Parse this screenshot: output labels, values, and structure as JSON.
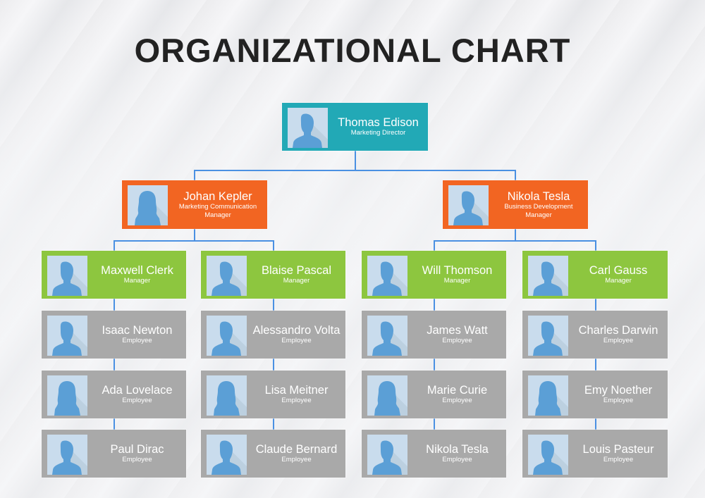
{
  "title": "ORGANIZATIONAL CHART",
  "colors": {
    "director": "#22A9B6",
    "senior_manager": "#F26522",
    "manager": "#8DC63F",
    "employee": "#A9A9A9",
    "connector": "#4A90E2",
    "avatar_bg": "#C9DCED",
    "avatar_silhouette": "#5B9FD6"
  },
  "root": {
    "name": "Thomas Edison",
    "role": "Marketing Director",
    "avatar": "male-avatar-icon"
  },
  "level2": [
    {
      "name": "Johan Kepler",
      "role_line1": "Marketing Communication",
      "role_line2": "Manager",
      "avatar": "female-avatar-icon"
    },
    {
      "name": "Nikola Tesla",
      "role_line1": "Business Development",
      "role_line2": "Manager",
      "avatar": "male-avatar-icon"
    }
  ],
  "columns": [
    {
      "manager": {
        "name": "Maxwell Clerk",
        "role": "Manager",
        "avatar": "male-avatar-icon"
      },
      "employees": [
        {
          "name": "Isaac Newton",
          "role": "Employee",
          "avatar": "male-avatar-icon"
        },
        {
          "name": "Ada Lovelace",
          "role": "Employee",
          "avatar": "female-avatar-icon"
        },
        {
          "name": "Paul Dirac",
          "role": "Employee",
          "avatar": "male-avatar-icon"
        }
      ]
    },
    {
      "manager": {
        "name": "Blaise Pascal",
        "role": "Manager",
        "avatar": "male-avatar-icon"
      },
      "employees": [
        {
          "name": "Alessandro Volta",
          "role": "Employee",
          "avatar": "male-avatar-icon"
        },
        {
          "name": "Lisa Meitner",
          "role": "Employee",
          "avatar": "female-avatar-icon"
        },
        {
          "name": "Claude Bernard",
          "role": "Employee",
          "avatar": "male-avatar-icon"
        }
      ]
    },
    {
      "manager": {
        "name": "Will Thomson",
        "role": "Manager",
        "avatar": "male-avatar-icon"
      },
      "employees": [
        {
          "name": "James Watt",
          "role": "Employee",
          "avatar": "male-avatar-icon"
        },
        {
          "name": "Marie Curie",
          "role": "Employee",
          "avatar": "female-avatar-icon"
        },
        {
          "name": "Nikola Tesla",
          "role": "Employee",
          "avatar": "male-avatar-icon"
        }
      ]
    },
    {
      "manager": {
        "name": "Carl Gauss",
        "role": "Manager",
        "avatar": "male-avatar-icon"
      },
      "employees": [
        {
          "name": "Charles Darwin",
          "role": "Employee",
          "avatar": "male-avatar-icon"
        },
        {
          "name": "Emy Noether",
          "role": "Employee",
          "avatar": "female-avatar-icon"
        },
        {
          "name": "Louis Pasteur",
          "role": "Employee",
          "avatar": "male-avatar-icon"
        }
      ]
    }
  ]
}
